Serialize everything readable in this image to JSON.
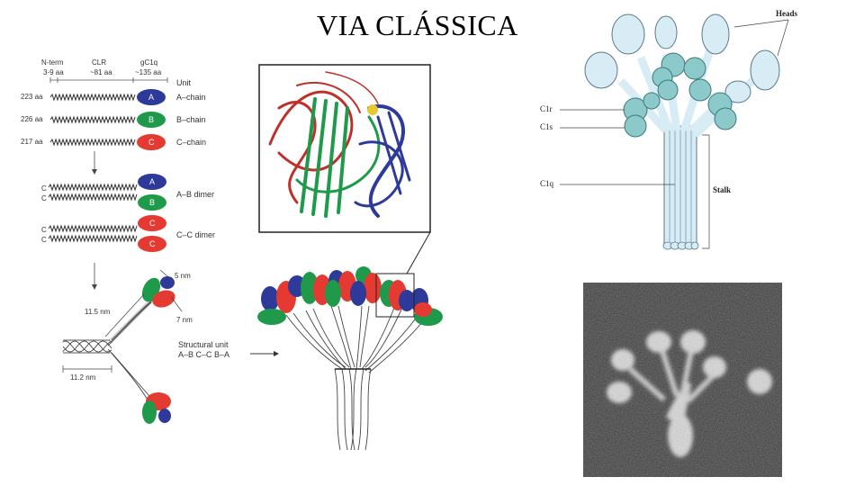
{
  "title": "VIA CLÁSSICA",
  "left_diagram": {
    "header": {
      "nterm": "N-term",
      "nterm_len": "3-9 aa",
      "clr": "CLR",
      "clr_len": "~81 aa",
      "gc1q": "gC1q",
      "gc1q_len": "~135 aa",
      "unit": "Unit"
    },
    "chains": [
      {
        "length": "223 aa",
        "letter": "A",
        "label": "A–chain",
        "color": "#2e3a9a"
      },
      {
        "length": "226 aa",
        "letter": "B",
        "label": "B–chain",
        "color": "#1e9a4a"
      },
      {
        "length": "217 aa",
        "letter": "C",
        "label": "C–chain",
        "color": "#e53a32"
      }
    ],
    "dimers": [
      {
        "label": "A–B dimer",
        "letters": [
          "A",
          "B"
        ],
        "end_marks": [
          "C",
          "C"
        ]
      },
      {
        "label": "C–C dimer",
        "letters": [
          "C",
          "C"
        ],
        "end_marks": [
          "C",
          "C"
        ]
      }
    ],
    "dims": {
      "head": "5 nm",
      "arm": "11.5 nm",
      "head2": "7 nm",
      "stalk": "11.2 nm"
    },
    "structural_unit": {
      "line1": "Structural unit",
      "line2": "A–B C–C B–A"
    }
  },
  "right_diagram": {
    "heads": "Heads",
    "c1r": "C1r",
    "c1s": "C1s",
    "c1q": "C1q",
    "stalk": "Stalk"
  },
  "colors": {
    "blue": "#2e3a9a",
    "green": "#1e9a4a",
    "red": "#e53a32",
    "light_blue": "#d8ecf6",
    "teal": "#8cc9ca"
  }
}
